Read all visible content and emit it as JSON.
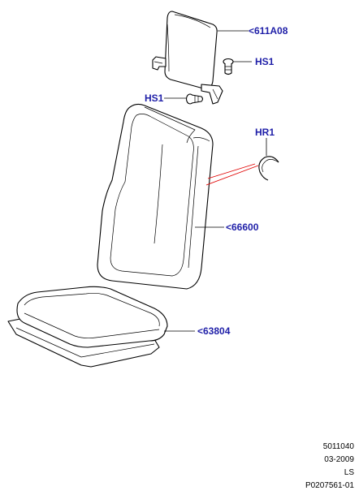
{
  "callouts": {
    "headrest": "<611A08",
    "headrest_screw": "HS1",
    "backrest_screw": "HS1",
    "ring": "HR1",
    "backrest": "<66600",
    "cushion": "<63804"
  },
  "footer": {
    "line1": "5011040",
    "line2": "03-2009",
    "line3": "LS",
    "line4": "P0207561-01"
  },
  "colors": {
    "callout_text": "#1f1fa8",
    "red_leader": "#e00000"
  }
}
